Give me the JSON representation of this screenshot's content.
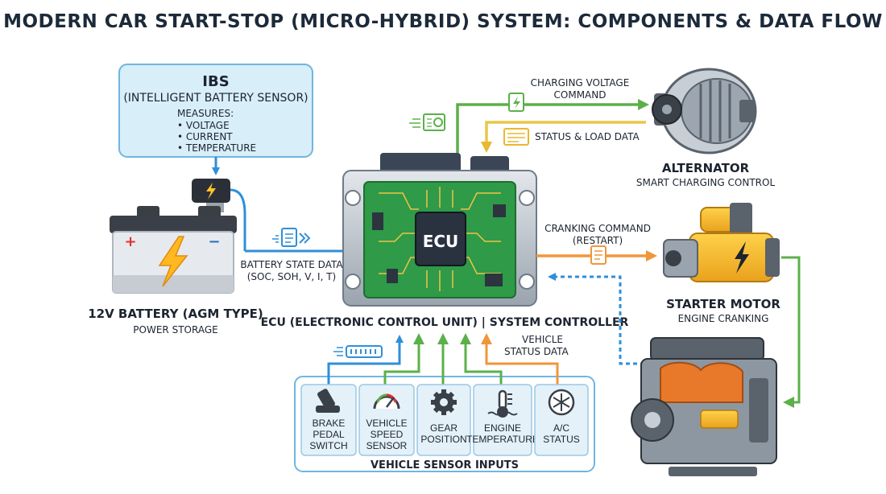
{
  "title": "MODERN CAR START-STOP (MICRO-HYBRID) SYSTEM: COMPONENTS & DATA FLOW",
  "ibs": {
    "name": "IBS",
    "full_name": "(INTELLIGENT BATTERY SENSOR)",
    "measures_label": "MEASURES:",
    "measures": [
      "• VOLTAGE",
      "• CURRENT",
      "• TEMPERATURE"
    ]
  },
  "battery": {
    "name": "12V BATTERY (AGM TYPE)",
    "role": "POWER STORAGE",
    "plus": "+",
    "minus": "−"
  },
  "ecu": {
    "chip_label": "ECU",
    "name": "ECU (ELECTRONIC CONTROL UNIT) | SYSTEM CONTROLLER"
  },
  "alternator": {
    "name": "ALTERNATOR",
    "role": "SMART CHARGING CONTROL"
  },
  "starter": {
    "name": "STARTER MOTOR",
    "role": "ENGINE CRANKING"
  },
  "flows": {
    "battery_state_1": "BATTERY STATE DATA",
    "battery_state_2": "(SOC, SOH, V, I, T)",
    "charging_cmd_1": "CHARGING VOLTAGE",
    "charging_cmd_2": "COMMAND",
    "status_load": "STATUS & LOAD DATA",
    "cranking_1": "CRANKING COMMAND",
    "cranking_2": "(RESTART)",
    "vehicle_status_1": "VEHICLE",
    "vehicle_status_2": "STATUS DATA"
  },
  "sensors": {
    "panel_title": "VEHICLE SENSOR INPUTS",
    "items": [
      {
        "lines": [
          "BRAKE",
          "PEDAL",
          "SWITCH"
        ],
        "icon": "brake-pedal-icon"
      },
      {
        "lines": [
          "VEHICLE",
          "SPEED",
          "SENSOR"
        ],
        "icon": "speedometer-icon"
      },
      {
        "lines": [
          "GEAR",
          "POSITION"
        ],
        "icon": "gear-icon"
      },
      {
        "lines": [
          "ENGINE",
          "TEMPERATURE"
        ],
        "icon": "thermometer-icon"
      },
      {
        "lines": [
          "A/C",
          "STATUS"
        ],
        "icon": "snowflake-icon"
      }
    ]
  },
  "colors": {
    "blue_flow": "#2f8fd8",
    "green_flow": "#5bb04a",
    "orange_flow": "#f0963a",
    "yellow_flow": "#e9c64a",
    "ibs_box": "#d8eef9",
    "pcb_green": "#2f9a47",
    "dark": "#1c2a3a"
  }
}
